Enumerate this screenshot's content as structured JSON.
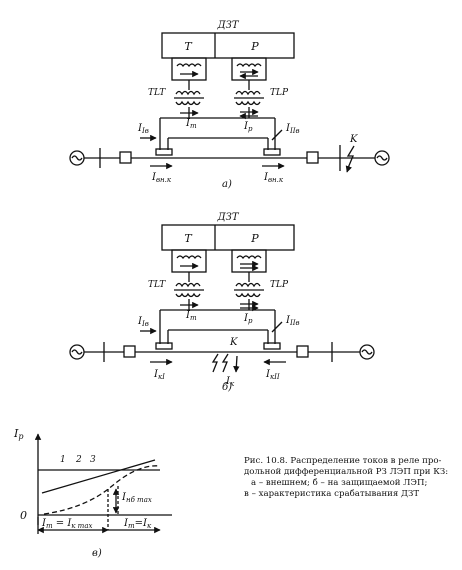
{
  "diagram_a": {
    "relay_title": "ДЗТ",
    "relay_left": "T",
    "relay_right": "P",
    "ct_left": "TLT",
    "ct_right": "TLP",
    "i_t": "I",
    "i_t_sub": "т",
    "i_p": "I",
    "i_p_sub": "р",
    "i_left": "I",
    "i_left_sub": "Iв",
    "i_right": "I",
    "i_right_sub": "IIв",
    "fault": "K",
    "i_line_left": "I",
    "i_line_left_sub": "вн.к",
    "i_line_right": "I",
    "i_line_right_sub": "вн.к",
    "tag": "а)"
  },
  "diagram_b": {
    "relay_title": "ДЗТ",
    "relay_left": "T",
    "relay_right": "P",
    "ct_left": "TLT",
    "ct_right": "TLP",
    "i_t": "I",
    "i_t_sub": "т",
    "i_p": "I",
    "i_p_sub": "р",
    "i_left": "I",
    "i_left_sub": "Iв",
    "i_right": "I",
    "i_right_sub": "IIв",
    "fault": "K",
    "i_k": "I",
    "i_k_sub": "к",
    "i_line_left": "I",
    "i_line_left_sub": "кI",
    "i_line_right": "I",
    "i_line_right_sub": "кII",
    "tag": "б)"
  },
  "diagram_c": {
    "y_axis": "I",
    "y_axis_sub": "р",
    "origin": "0",
    "curve_1": "1",
    "curve_2": "2",
    "curve_3": "3",
    "i_nb": "I",
    "i_nb_sub": "нб max",
    "i_range": "I",
    "i_range_sub": "т",
    "i_range_eq": " = I",
    "i_range_sub2": "к max",
    "i_x": "I",
    "i_x_sub": "т",
    "i_x_eq": "=I",
    "i_x_sub2": "к",
    "tag": "в)"
  },
  "caption": {
    "line1": "Рис. 10.8. Распределение токов в реле про-",
    "line2": "дольной дифференциальной РЗ ЛЭП при КЗ:",
    "line3": "а – внешнем; б – на защищаемой ЛЭП;",
    "line4": "в – характеристика срабатывания ДЗТ"
  }
}
